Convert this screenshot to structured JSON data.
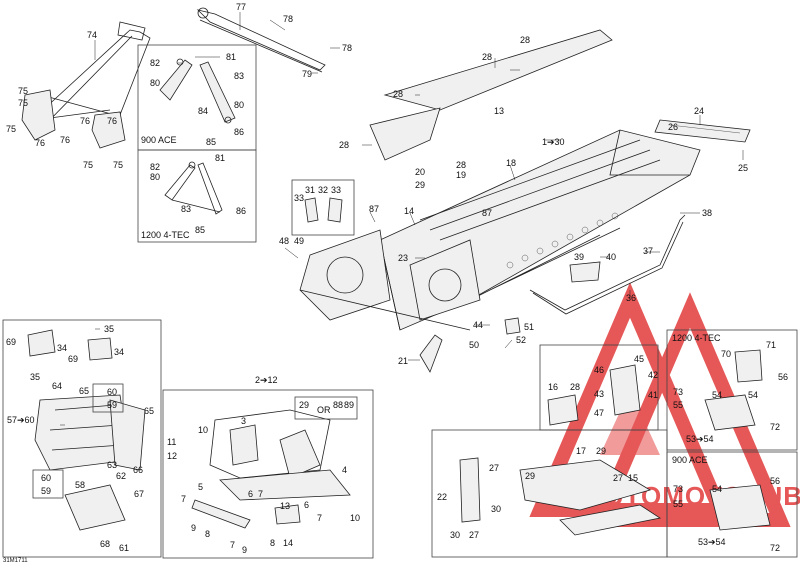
{
  "diagram_code": "31M1711",
  "boxes": {
    "ace_900_top": "900 ACE",
    "tec_1200_top": "1200 4-TEC",
    "tec_1200_right": "1200 4-TEC",
    "ace_900_right": "900 ACE",
    "range_2_12": "2➔12",
    "alt_29": "29",
    "alt_or": "OR",
    "alt_88": "88",
    "alt_89": "89"
  },
  "watermark": {
    "text": "AUTOMOTOHUB",
    "color": "#e23a3a"
  },
  "callouts": [
    {
      "id": "c74",
      "text": "74"
    },
    {
      "id": "c77",
      "text": "77"
    },
    {
      "id": "c78a",
      "text": "78"
    },
    {
      "id": "c78b",
      "text": "78"
    },
    {
      "id": "c79",
      "text": "79"
    },
    {
      "id": "c75a",
      "text": "75"
    },
    {
      "id": "c75b",
      "text": "75"
    },
    {
      "id": "c75c",
      "text": "75"
    },
    {
      "id": "c75d",
      "text": "75"
    },
    {
      "id": "c75e",
      "text": "75"
    },
    {
      "id": "c76a",
      "text": "76"
    },
    {
      "id": "c76b",
      "text": "76"
    },
    {
      "id": "c76c",
      "text": "76"
    },
    {
      "id": "c76d",
      "text": "76"
    },
    {
      "id": "c82a",
      "text": "82"
    },
    {
      "id": "c81a",
      "text": "81"
    },
    {
      "id": "c80a",
      "text": "80"
    },
    {
      "id": "c83a",
      "text": "83"
    },
    {
      "id": "c84",
      "text": "84"
    },
    {
      "id": "c80b",
      "text": "80"
    },
    {
      "id": "c86a",
      "text": "86"
    },
    {
      "id": "c85a",
      "text": "85"
    },
    {
      "id": "c82b",
      "text": "82"
    },
    {
      "id": "c81b",
      "text": "81"
    },
    {
      "id": "c80c",
      "text": "80"
    },
    {
      "id": "c83b",
      "text": "83"
    },
    {
      "id": "c86b",
      "text": "86"
    },
    {
      "id": "c85b",
      "text": "85"
    },
    {
      "id": "c28a",
      "text": "28"
    },
    {
      "id": "c28b",
      "text": "28"
    },
    {
      "id": "c28c",
      "text": "28"
    },
    {
      "id": "c28d",
      "text": "28"
    },
    {
      "id": "c13",
      "text": "13"
    },
    {
      "id": "c1_30",
      "text": "1➔30"
    },
    {
      "id": "c24",
      "text": "24"
    },
    {
      "id": "c26",
      "text": "26"
    },
    {
      "id": "c25",
      "text": "25"
    },
    {
      "id": "c20",
      "text": "20"
    },
    {
      "id": "c29a",
      "text": "29"
    },
    {
      "id": "c28e",
      "text": "28"
    },
    {
      "id": "c19",
      "text": "19"
    },
    {
      "id": "c18",
      "text": "18"
    },
    {
      "id": "c31",
      "text": "31"
    },
    {
      "id": "c33a",
      "text": "33"
    },
    {
      "id": "c32",
      "text": "32"
    },
    {
      "id": "c33b",
      "text": "33"
    },
    {
      "id": "c87a",
      "text": "87"
    },
    {
      "id": "c14a",
      "text": "14"
    },
    {
      "id": "c87b",
      "text": "87"
    },
    {
      "id": "c38",
      "text": "38"
    },
    {
      "id": "c48",
      "text": "48"
    },
    {
      "id": "c49",
      "text": "49"
    },
    {
      "id": "c23",
      "text": "23"
    },
    {
      "id": "c39",
      "text": "39"
    },
    {
      "id": "c40",
      "text": "40"
    },
    {
      "id": "c37",
      "text": "37"
    },
    {
      "id": "c36",
      "text": "36"
    },
    {
      "id": "c44",
      "text": "44"
    },
    {
      "id": "c51",
      "text": "51"
    },
    {
      "id": "c50",
      "text": "50"
    },
    {
      "id": "c52",
      "text": "52"
    },
    {
      "id": "c21",
      "text": "21"
    },
    {
      "id": "c35a",
      "text": "35"
    },
    {
      "id": "c69a",
      "text": "69"
    },
    {
      "id": "c34a",
      "text": "34"
    },
    {
      "id": "c69b",
      "text": "69"
    },
    {
      "id": "c34b",
      "text": "34"
    },
    {
      "id": "c35b",
      "text": "35"
    },
    {
      "id": "c64",
      "text": "64"
    },
    {
      "id": "c65a",
      "text": "65"
    },
    {
      "id": "c60a",
      "text": "60"
    },
    {
      "id": "c59a",
      "text": "59"
    },
    {
      "id": "c65b",
      "text": "65"
    },
    {
      "id": "c57_60",
      "text": "57➔60"
    },
    {
      "id": "c63",
      "text": "63"
    },
    {
      "id": "c66",
      "text": "66"
    },
    {
      "id": "c62",
      "text": "62"
    },
    {
      "id": "c60b",
      "text": "60"
    },
    {
      "id": "c59b",
      "text": "59"
    },
    {
      "id": "c58",
      "text": "58"
    },
    {
      "id": "c67",
      "text": "67"
    },
    {
      "id": "c61",
      "text": "61"
    },
    {
      "id": "c68",
      "text": "68"
    },
    {
      "id": "c10a",
      "text": "10"
    },
    {
      "id": "c11",
      "text": "11"
    },
    {
      "id": "c12",
      "text": "12"
    },
    {
      "id": "c3",
      "text": "3"
    },
    {
      "id": "c4",
      "text": "4"
    },
    {
      "id": "c6a",
      "text": "6"
    },
    {
      "id": "c7a",
      "text": "7"
    },
    {
      "id": "c6b",
      "text": "6"
    },
    {
      "id": "c7b",
      "text": "7"
    },
    {
      "id": "c10b",
      "text": "10"
    },
    {
      "id": "c5",
      "text": "5"
    },
    {
      "id": "c7c",
      "text": "7"
    },
    {
      "id": "c9a",
      "text": "9"
    },
    {
      "id": "c8a",
      "text": "8"
    },
    {
      "id": "c7d",
      "text": "7"
    },
    {
      "id": "c9b",
      "text": "9"
    },
    {
      "id": "c13b",
      "text": "13"
    },
    {
      "id": "c8b",
      "text": "8"
    },
    {
      "id": "c14b",
      "text": "14"
    },
    {
      "id": "c16",
      "text": "16"
    },
    {
      "id": "c28f",
      "text": "28"
    },
    {
      "id": "c46",
      "text": "46"
    },
    {
      "id": "c45",
      "text": "45"
    },
    {
      "id": "c42",
      "text": "42"
    },
    {
      "id": "c43",
      "text": "43"
    },
    {
      "id": "c41",
      "text": "41"
    },
    {
      "id": "c47",
      "text": "47"
    },
    {
      "id": "c17",
      "text": "17"
    },
    {
      "id": "c29b",
      "text": "29"
    },
    {
      "id": "c27a",
      "text": "27"
    },
    {
      "id": "c29c",
      "text": "29"
    },
    {
      "id": "c22",
      "text": "22"
    },
    {
      "id": "c27b",
      "text": "27"
    },
    {
      "id": "c15",
      "text": "15"
    },
    {
      "id": "c30a",
      "text": "30"
    },
    {
      "id": "c27c",
      "text": "27"
    },
    {
      "id": "c30b",
      "text": "30"
    },
    {
      "id": "c70",
      "text": "70"
    },
    {
      "id": "c71",
      "text": "71"
    },
    {
      "id": "c56a",
      "text": "56"
    },
    {
      "id": "c73a",
      "text": "73"
    },
    {
      "id": "c54a",
      "text": "54"
    },
    {
      "id": "c55a",
      "text": "55"
    },
    {
      "id": "c54b",
      "text": "54"
    },
    {
      "id": "c72a",
      "text": "72"
    },
    {
      "id": "c53_54a",
      "text": "53➔54"
    },
    {
      "id": "c73b",
      "text": "73"
    },
    {
      "id": "c54c",
      "text": "54"
    },
    {
      "id": "c56b",
      "text": "56"
    },
    {
      "id": "c55b",
      "text": "55"
    },
    {
      "id": "c53_54b",
      "text": "53➔54"
    },
    {
      "id": "c72b",
      "text": "72"
    }
  ]
}
